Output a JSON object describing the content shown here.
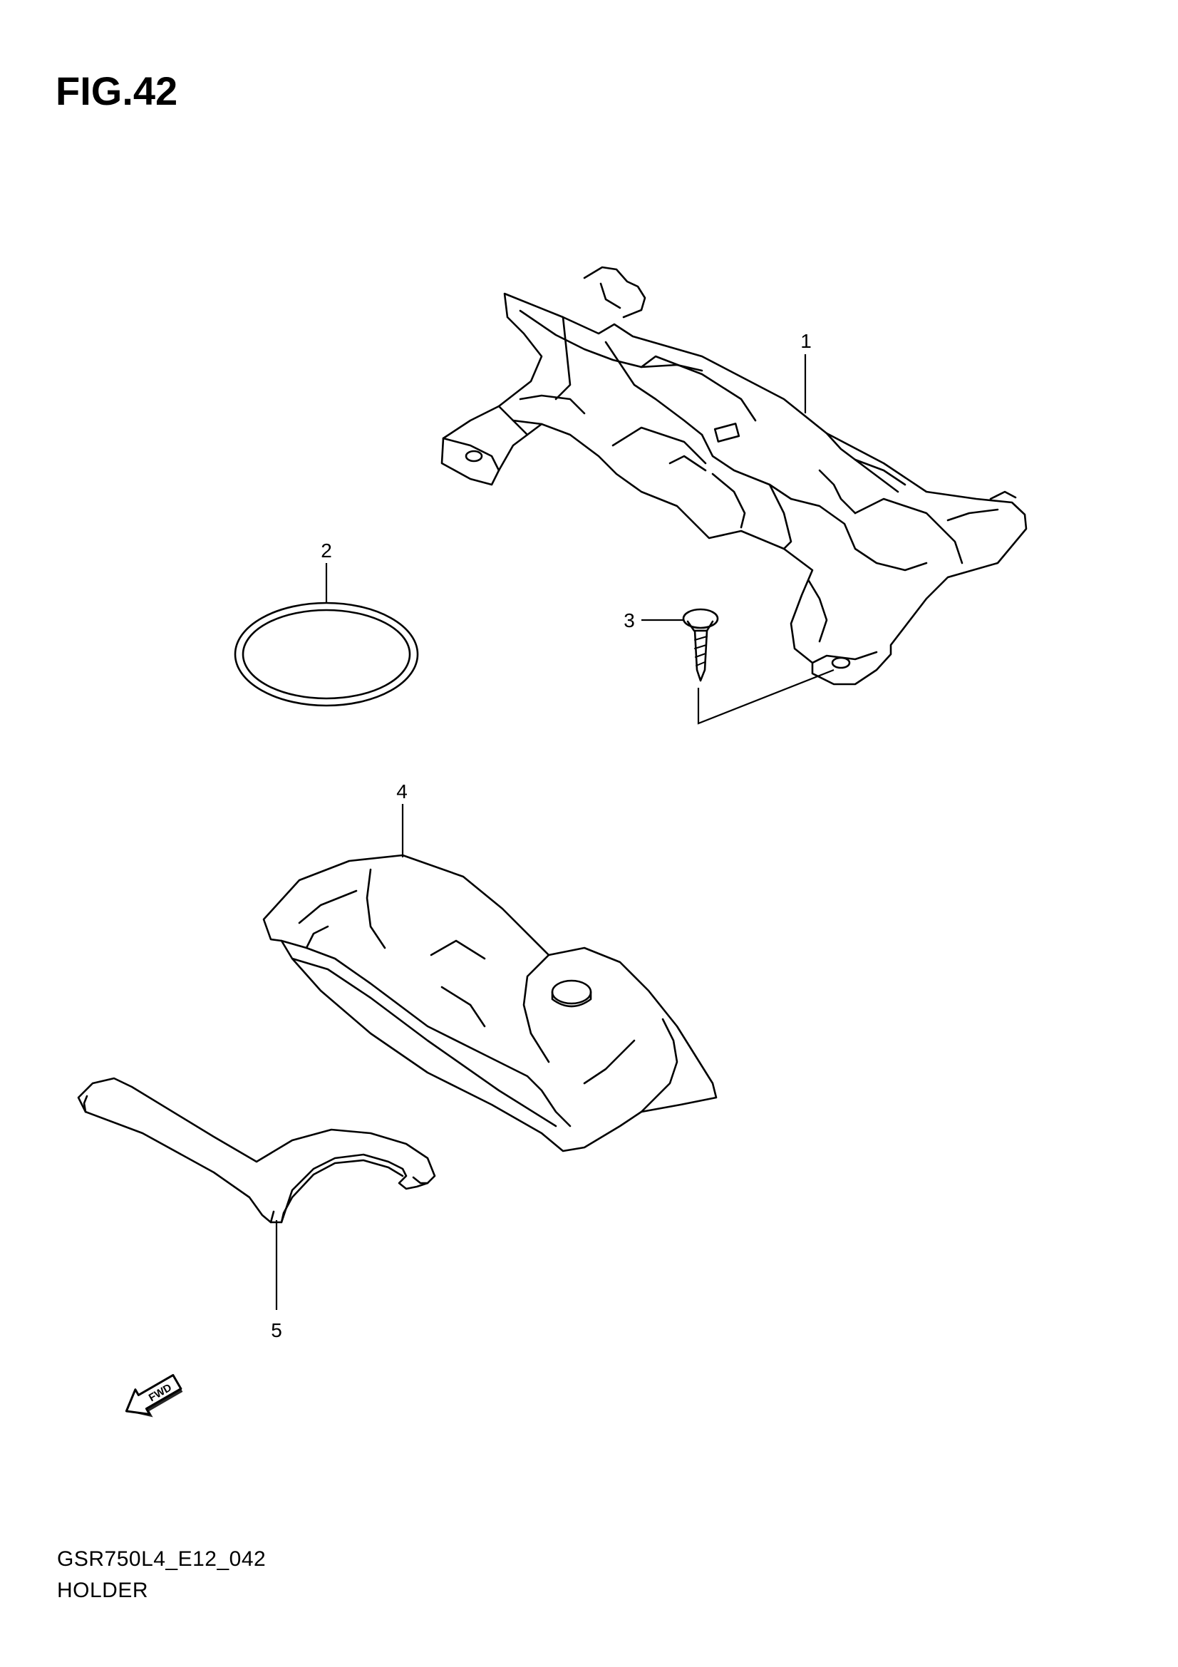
{
  "figure": {
    "title": "FIG.42"
  },
  "callouts": [
    "1",
    "2",
    "3",
    "4",
    "5"
  ],
  "fwd_label": "FWD",
  "footer": {
    "code": "GSR750L4_E12_042",
    "name": "HOLDER"
  },
  "parts": [
    {
      "ref": "1",
      "icon": "holder-bracket-icon"
    },
    {
      "ref": "2",
      "icon": "o-ring-band-icon"
    },
    {
      "ref": "3",
      "icon": "screw-icon"
    },
    {
      "ref": "4",
      "icon": "tool-bag-icon"
    },
    {
      "ref": "5",
      "icon": "hook-spanner-icon"
    }
  ]
}
